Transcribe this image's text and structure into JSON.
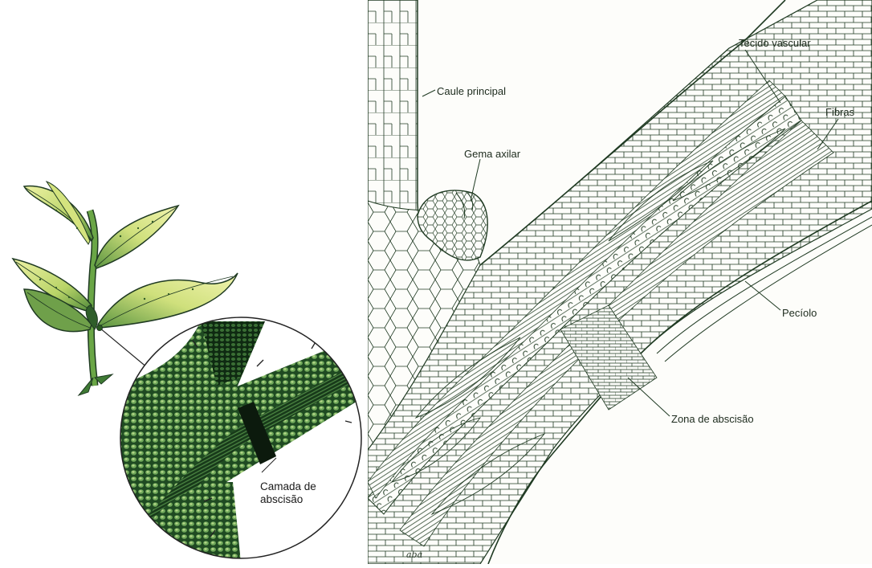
{
  "left": {
    "inset_label_line1": "Camada de",
    "inset_label_line2": "abscisão"
  },
  "right": {
    "labels": {
      "caule": "Caule principal",
      "gema": "Gema axilar",
      "tecido": "Tecido vascular",
      "fibras": "Fibras",
      "peciolo": "Pecíolo",
      "zona": "Zona de abscisão"
    },
    "signature": "aba"
  },
  "colors": {
    "ink": "#1f3a22",
    "leaf_light": "#e6ec9a",
    "leaf_dark": "#4f8a3a",
    "stem": "#5e9a3e",
    "inset_fill": "#2e5a2c"
  }
}
